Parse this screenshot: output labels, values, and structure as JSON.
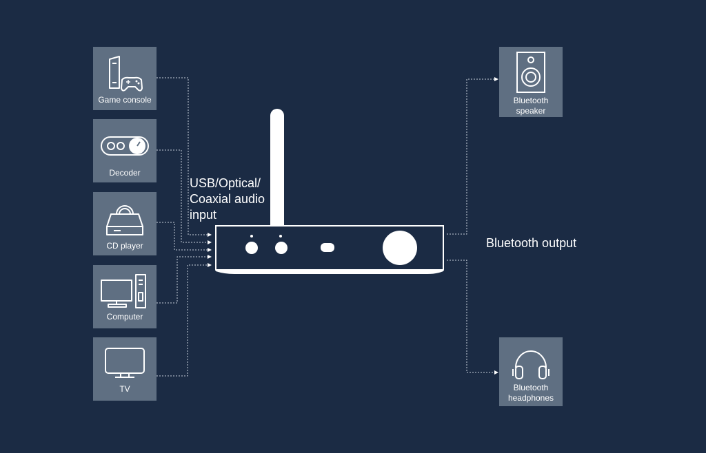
{
  "inputs": [
    {
      "label": "Game console",
      "icon": "game-console-icon"
    },
    {
      "label": "Decoder",
      "icon": "decoder-icon"
    },
    {
      "label": "CD player",
      "icon": "cd-player-icon"
    },
    {
      "label": "Computer",
      "icon": "computer-icon"
    },
    {
      "label": "TV",
      "icon": "tv-icon"
    }
  ],
  "outputs": [
    {
      "label_line1": "Bluetooth",
      "label_line2": "speaker",
      "icon": "speaker-icon"
    },
    {
      "label_line1": "Bluetooth",
      "label_line2": "headphones",
      "icon": "headphones-icon"
    }
  ],
  "input_label": [
    "USB/Optical/",
    "Coaxial audio",
    "input"
  ],
  "output_label": "Bluetooth output",
  "colors": {
    "background": "#1b2b44",
    "tile": "#5f6f82",
    "line": "#c9d1db",
    "device": "#ffffff"
  }
}
